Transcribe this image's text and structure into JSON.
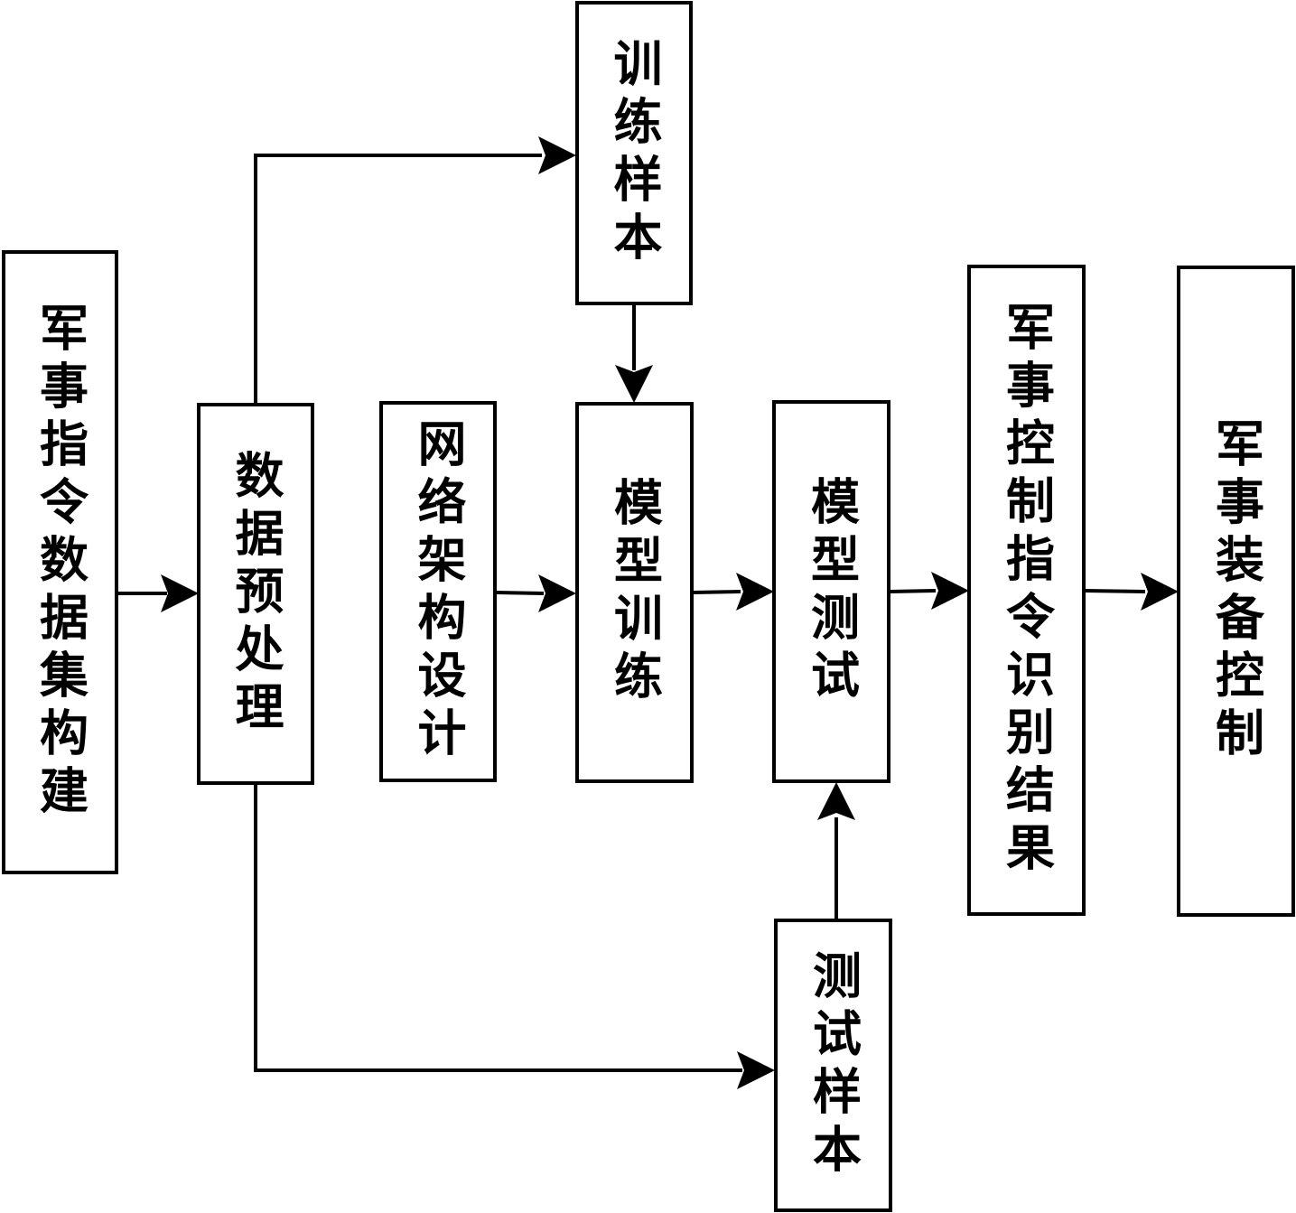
{
  "diagram": {
    "nodes": {
      "dataset": "军事指令数据集构建",
      "preprocess": "数据预处理",
      "train_sample": "训练样本",
      "network": "网络架构设计",
      "model_train": "模型训练",
      "model_test": "模型测试",
      "test_sample": "测试样本",
      "recognition": "军事控制指令识别结果",
      "equipment": "军事装备控制"
    },
    "edges": [
      {
        "from": "dataset",
        "to": "preprocess"
      },
      {
        "from": "preprocess",
        "to": "train_sample"
      },
      {
        "from": "preprocess",
        "to": "test_sample"
      },
      {
        "from": "train_sample",
        "to": "model_train"
      },
      {
        "from": "network",
        "to": "model_train"
      },
      {
        "from": "model_train",
        "to": "model_test"
      },
      {
        "from": "test_sample",
        "to": "model_test"
      },
      {
        "from": "model_test",
        "to": "recognition"
      },
      {
        "from": "recognition",
        "to": "equipment"
      }
    ]
  }
}
